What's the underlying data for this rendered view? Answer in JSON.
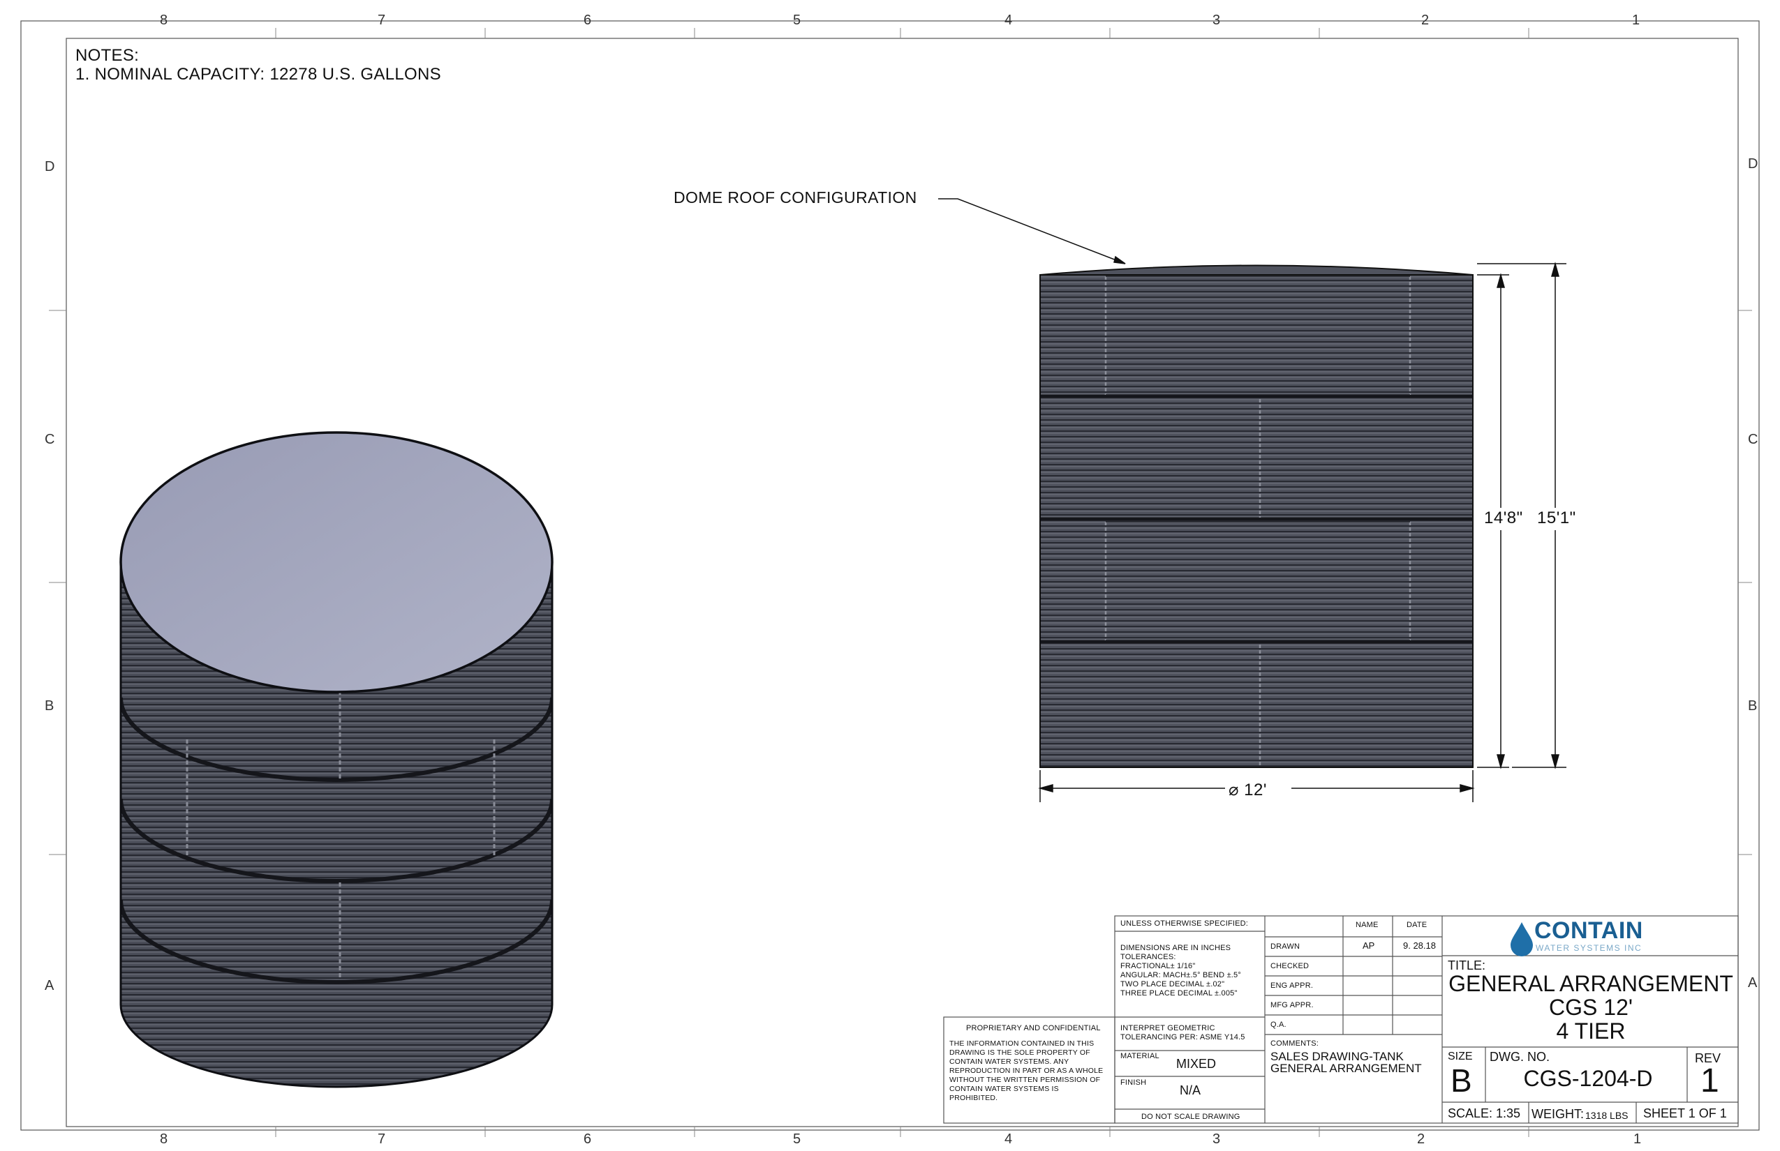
{
  "zones": {
    "cols_top": [
      "8",
      "7",
      "6",
      "5",
      "4",
      "3",
      "2",
      "1"
    ],
    "cols_bottom": [
      "8",
      "7",
      "6",
      "5",
      "4",
      "3",
      "2",
      "1"
    ],
    "rows_left": [
      "D",
      "C",
      "B",
      "A"
    ],
    "rows_right": [
      "D",
      "C",
      "B",
      "A"
    ]
  },
  "notes": {
    "heading": "NOTES:",
    "line1": "1. NOMINAL CAPACITY: 12278 U.S. GALLONS"
  },
  "callout": "DOME ROOF CONFIGURATION",
  "dimensions": {
    "shell_height": "14'8\"",
    "total_height": "15'1\"",
    "diameter": "⌀ 12'"
  },
  "title_block": {
    "unless_specified": "UNLESS OTHERWISE SPECIFIED:",
    "name_hdr": "NAME",
    "date_hdr": "DATE",
    "tolerances": [
      "DIMENSIONS ARE IN INCHES",
      "TOLERANCES:",
      "FRACTIONAL± 1/16\"",
      "ANGULAR: MACH±.5° BEND ±.5°",
      "TWO PLACE DECIMAL    ±.02\"",
      "THREE PLACE DECIMAL   ±.005\""
    ],
    "drawn": "DRAWN",
    "drawn_name": "AP",
    "drawn_date": "9. 28.18",
    "checked": "CHECKED",
    "eng_appr": "ENG APPR.",
    "mfg_appr": "MFG APPR.",
    "qa": "Q.A.",
    "interpret": [
      "INTERPRET GEOMETRIC",
      "TOLERANCING PER: ASME Y14.5"
    ],
    "comments_label": "COMMENTS:",
    "comments": [
      "SALES DRAWING-TANK",
      "GENERAL ARRANGEMENT"
    ],
    "material_label": "MATERIAL",
    "material": "MIXED",
    "finish_label": "FINISH",
    "finish": "N/A",
    "do_not_scale": "DO NOT SCALE DRAWING",
    "proprietary_hdr": "PROPRIETARY AND CONFIDENTIAL",
    "proprietary": [
      "THE INFORMATION CONTAINED IN THIS",
      "DRAWING IS THE SOLE PROPERTY OF",
      "CONTAIN WATER SYSTEMS.  ANY",
      "REPRODUCTION IN PART OR AS A WHOLE",
      "WITHOUT THE WRITTEN PERMISSION OF",
      "CONTAIN WATER SYSTEMS IS",
      "PROHIBITED."
    ],
    "logo_main": "CONTAIN",
    "logo_sub": "WATER SYSTEMS INC",
    "title_label": "TITLE:",
    "title": [
      "GENERAL ARRANGEMENT",
      "CGS 12'",
      "4 TIER"
    ],
    "size_label": "SIZE",
    "size": "B",
    "dwg_label": "DWG.  NO.",
    "dwg_no": "CGS-1204-D",
    "rev_label": "REV",
    "rev": "1",
    "scale": "SCALE: 1:35",
    "weight_label": "WEIGHT:",
    "weight": "1318 LBS",
    "sheet": "SHEET 1 OF 1"
  },
  "colors": {
    "tank_body": "#4c4f5a",
    "tank_top": "#a7aac0",
    "logo_blue": "#1f6fa8"
  }
}
